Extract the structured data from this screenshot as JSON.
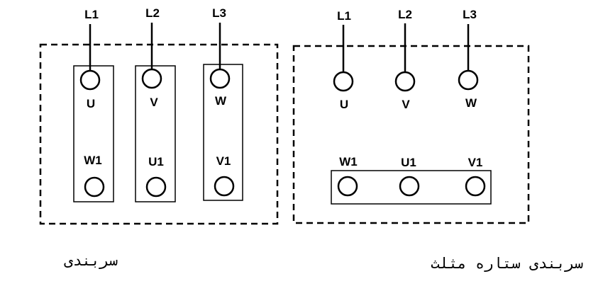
{
  "delta_panel": {
    "line_labels": [
      "L1",
      "L2",
      "L3"
    ],
    "top_terminals": [
      "U",
      "V",
      "W"
    ],
    "bottom_terminals": [
      "W1",
      "U1",
      "V1"
    ]
  },
  "star_panel": {
    "line_labels": [
      "L1",
      "L2",
      "L3"
    ],
    "top_terminals": [
      "U",
      "V",
      "W"
    ],
    "bottom_terminals": [
      "W1",
      "U1",
      "V1"
    ]
  },
  "captions": {
    "delta": "سربندی",
    "star": "سربندی ستاره مثلث"
  }
}
